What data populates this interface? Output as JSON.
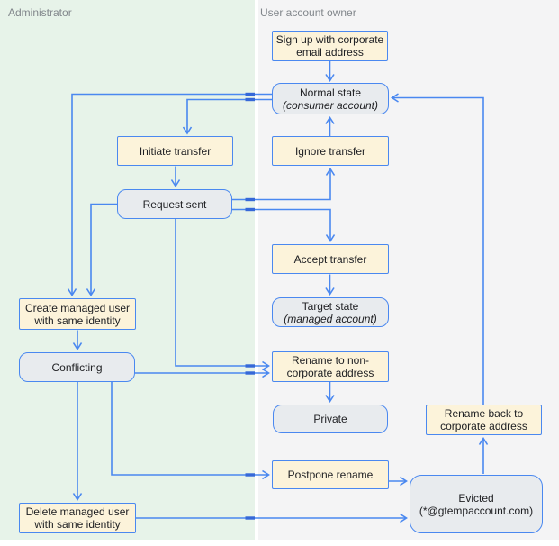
{
  "lanes": {
    "admin": {
      "label": "Administrator"
    },
    "user": {
      "label": "User account owner"
    }
  },
  "nodes": {
    "signup": {
      "type": "action",
      "label": "Sign up with corporate email address"
    },
    "normal": {
      "type": "state",
      "label": "Normal state",
      "sub": "(consumer account)"
    },
    "initiate": {
      "type": "action",
      "label": "Initiate transfer"
    },
    "ignore": {
      "type": "action",
      "label": "Ignore transfer"
    },
    "request": {
      "type": "state",
      "label": "Request sent"
    },
    "accept": {
      "type": "action",
      "label": "Accept transfer"
    },
    "target": {
      "type": "state",
      "label": "Target state",
      "sub": "(managed account)"
    },
    "create": {
      "type": "action",
      "label": "Create managed user with same identity"
    },
    "conflicting": {
      "type": "state",
      "label": "Conflicting"
    },
    "rename_non": {
      "type": "action",
      "label": "Rename to non-corporate address"
    },
    "private": {
      "type": "state",
      "label": "Private"
    },
    "rename_back": {
      "type": "action",
      "label": "Rename back to corporate address"
    },
    "postpone": {
      "type": "action",
      "label": "Postpone rename"
    },
    "evicted": {
      "type": "state",
      "label": "Evicted",
      "sub": "(*@gtempaccount.com)"
    },
    "delete": {
      "type": "action",
      "label": "Delete managed user with same identity"
    }
  },
  "edges": [
    {
      "from": "signup",
      "to": "normal"
    },
    {
      "from": "ignore",
      "to": "normal"
    },
    {
      "from": "normal",
      "to": "initiate"
    },
    {
      "from": "normal",
      "to": "create"
    },
    {
      "from": "initiate",
      "to": "request"
    },
    {
      "from": "request",
      "to": "ignore"
    },
    {
      "from": "request",
      "to": "accept"
    },
    {
      "from": "request",
      "to": "create"
    },
    {
      "from": "request",
      "to": "rename_non"
    },
    {
      "from": "accept",
      "to": "target"
    },
    {
      "from": "create",
      "to": "conflicting"
    },
    {
      "from": "conflicting",
      "to": "rename_non"
    },
    {
      "from": "conflicting",
      "to": "delete"
    },
    {
      "from": "conflicting",
      "to": "postpone"
    },
    {
      "from": "rename_non",
      "to": "private"
    },
    {
      "from": "postpone",
      "to": "evicted"
    },
    {
      "from": "delete",
      "to": "evicted"
    },
    {
      "from": "evicted",
      "to": "rename_back"
    },
    {
      "from": "rename_back",
      "to": "normal"
    }
  ],
  "colors": {
    "stroke": "#4a88f0",
    "bridge": "#3668d8",
    "action_fill": "#fcf3da",
    "state_fill": "#e8ebee",
    "lane_admin": "#e7f3e9",
    "lane_user": "#f4f4f5",
    "label_gray": "#81868b"
  }
}
